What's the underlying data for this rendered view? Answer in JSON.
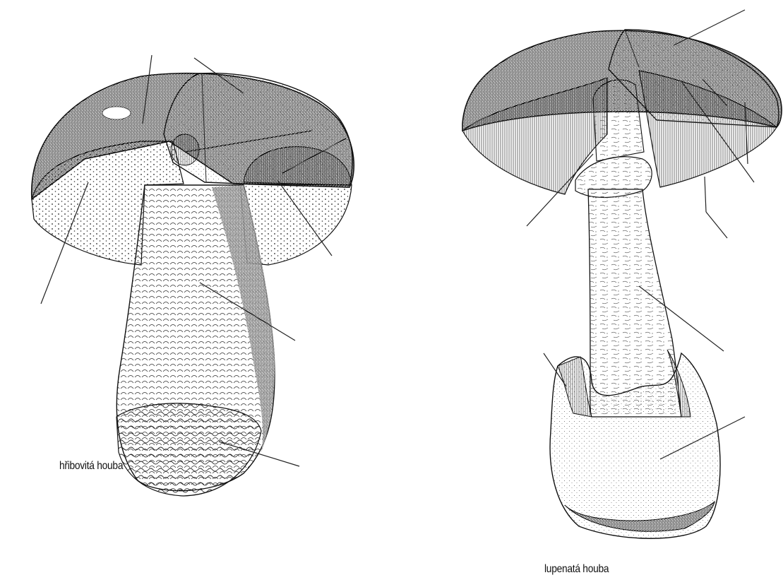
{
  "diagram": {
    "mushrooms": [
      {
        "name": "boletus",
        "caption": "hřibovitá houba"
      },
      {
        "name": "gilled",
        "caption": "lupenatá houba"
      }
    ]
  }
}
